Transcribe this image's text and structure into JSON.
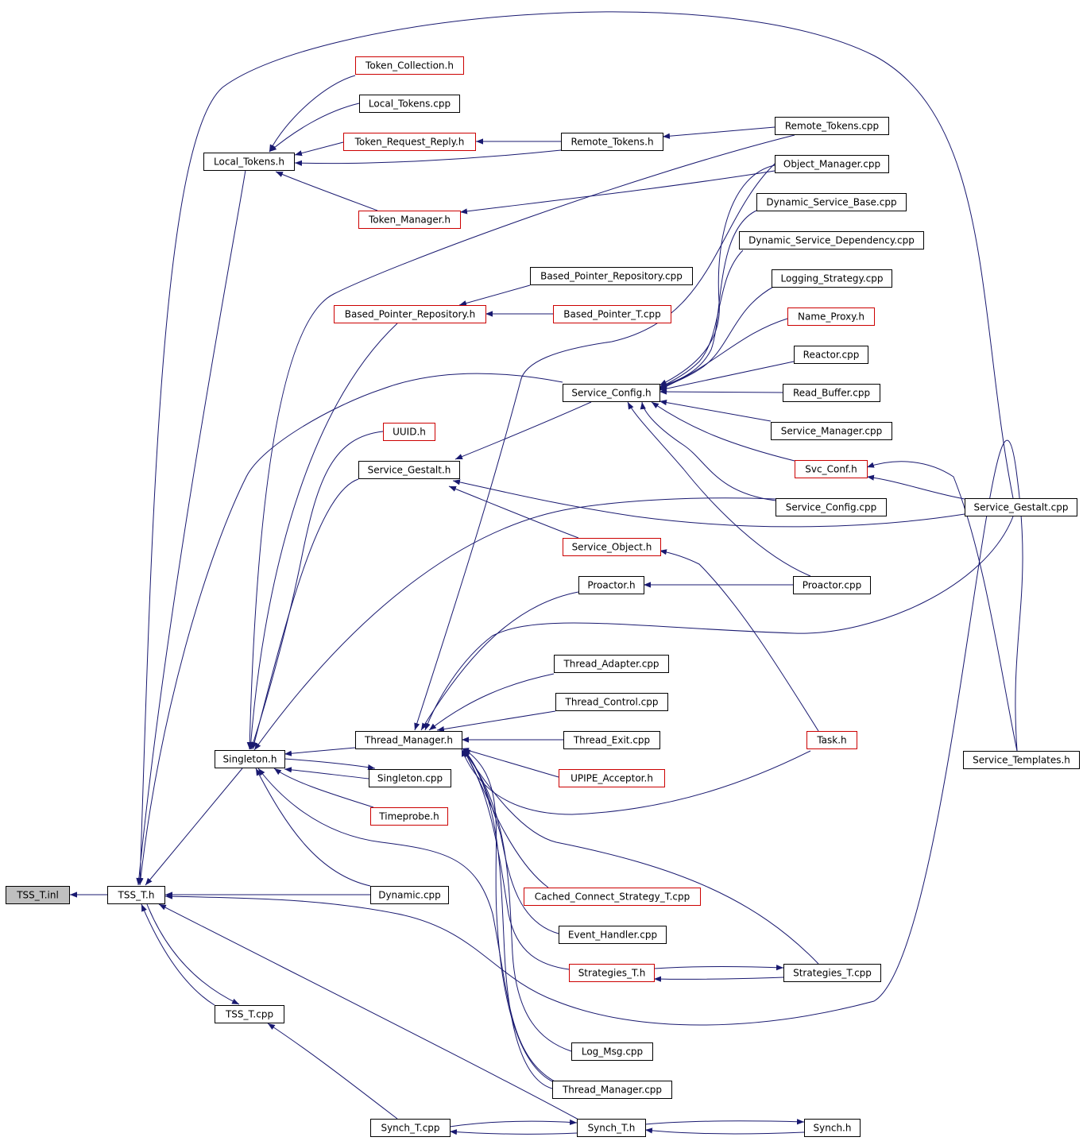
{
  "colors": {
    "edge": "#191970",
    "border_default": "#000000",
    "border_documented": "#cc0000",
    "root_fill": "#bfbfbf",
    "background": "#ffffff"
  },
  "nodes": [
    {
      "id": "tss_t_inl",
      "label": "TSS_T.inl",
      "kind": "root"
    },
    {
      "id": "tss_t_h",
      "label": "TSS_T.h",
      "kind": "default"
    },
    {
      "id": "token_collection_h",
      "label": "Token_Collection.h",
      "kind": "documented"
    },
    {
      "id": "local_tokens_cpp",
      "label": "Local_Tokens.cpp",
      "kind": "default"
    },
    {
      "id": "local_tokens_h",
      "label": "Local_Tokens.h",
      "kind": "default"
    },
    {
      "id": "token_request_reply_h",
      "label": "Token_Request_Reply.h",
      "kind": "documented"
    },
    {
      "id": "remote_tokens_h",
      "label": "Remote_Tokens.h",
      "kind": "default"
    },
    {
      "id": "remote_tokens_cpp",
      "label": "Remote_Tokens.cpp",
      "kind": "default"
    },
    {
      "id": "object_manager_cpp",
      "label": "Object_Manager.cpp",
      "kind": "default"
    },
    {
      "id": "token_manager_h",
      "label": "Token_Manager.h",
      "kind": "documented"
    },
    {
      "id": "dynamic_service_base_cpp",
      "label": "Dynamic_Service_Base.cpp",
      "kind": "default"
    },
    {
      "id": "dynamic_service_dependency_cpp",
      "label": "Dynamic_Service_Dependency.cpp",
      "kind": "default"
    },
    {
      "id": "based_pointer_repository_cpp",
      "label": "Based_Pointer_Repository.cpp",
      "kind": "default"
    },
    {
      "id": "logging_strategy_cpp",
      "label": "Logging_Strategy.cpp",
      "kind": "default"
    },
    {
      "id": "based_pointer_repository_h",
      "label": "Based_Pointer_Repository.h",
      "kind": "documented"
    },
    {
      "id": "based_pointer_t_cpp",
      "label": "Based_Pointer_T.cpp",
      "kind": "documented"
    },
    {
      "id": "name_proxy_h",
      "label": "Name_Proxy.h",
      "kind": "documented"
    },
    {
      "id": "reactor_cpp",
      "label": "Reactor.cpp",
      "kind": "default"
    },
    {
      "id": "service_config_h",
      "label": "Service_Config.h",
      "kind": "default"
    },
    {
      "id": "read_buffer_cpp",
      "label": "Read_Buffer.cpp",
      "kind": "default"
    },
    {
      "id": "uuid_h",
      "label": "UUID.h",
      "kind": "documented"
    },
    {
      "id": "service_manager_cpp",
      "label": "Service_Manager.cpp",
      "kind": "default"
    },
    {
      "id": "service_gestalt_h",
      "label": "Service_Gestalt.h",
      "kind": "default"
    },
    {
      "id": "svc_conf_h",
      "label": "Svc_Conf.h",
      "kind": "documented"
    },
    {
      "id": "service_config_cpp",
      "label": "Service_Config.cpp",
      "kind": "default"
    },
    {
      "id": "service_gestalt_cpp",
      "label": "Service_Gestalt.cpp",
      "kind": "default"
    },
    {
      "id": "service_object_h",
      "label": "Service_Object.h",
      "kind": "documented"
    },
    {
      "id": "proactor_h",
      "label": "Proactor.h",
      "kind": "default"
    },
    {
      "id": "proactor_cpp",
      "label": "Proactor.cpp",
      "kind": "default"
    },
    {
      "id": "thread_adapter_cpp",
      "label": "Thread_Adapter.cpp",
      "kind": "default"
    },
    {
      "id": "thread_control_cpp",
      "label": "Thread_Control.cpp",
      "kind": "default"
    },
    {
      "id": "thread_manager_h",
      "label": "Thread_Manager.h",
      "kind": "default"
    },
    {
      "id": "thread_exit_cpp",
      "label": "Thread_Exit.cpp",
      "kind": "default"
    },
    {
      "id": "task_h",
      "label": "Task.h",
      "kind": "documented"
    },
    {
      "id": "singleton_h",
      "label": "Singleton.h",
      "kind": "default"
    },
    {
      "id": "service_templates_h",
      "label": "Service_Templates.h",
      "kind": "default"
    },
    {
      "id": "upipe_acceptor_h",
      "label": "UPIPE_Acceptor.h",
      "kind": "documented"
    },
    {
      "id": "singleton_cpp",
      "label": "Singleton.cpp",
      "kind": "default"
    },
    {
      "id": "timeprobe_h",
      "label": "Timeprobe.h",
      "kind": "documented"
    },
    {
      "id": "dynamic_cpp",
      "label": "Dynamic.cpp",
      "kind": "default"
    },
    {
      "id": "cached_connect_strategy_t_cpp",
      "label": "Cached_Connect_Strategy_T.cpp",
      "kind": "documented"
    },
    {
      "id": "event_handler_cpp",
      "label": "Event_Handler.cpp",
      "kind": "default"
    },
    {
      "id": "strategies_t_h",
      "label": "Strategies_T.h",
      "kind": "documented"
    },
    {
      "id": "strategies_t_cpp",
      "label": "Strategies_T.cpp",
      "kind": "default"
    },
    {
      "id": "tss_t_cpp",
      "label": "TSS_T.cpp",
      "kind": "default"
    },
    {
      "id": "log_msg_cpp",
      "label": "Log_Msg.cpp",
      "kind": "default"
    },
    {
      "id": "thread_manager_cpp",
      "label": "Thread_Manager.cpp",
      "kind": "default"
    },
    {
      "id": "synch_t_cpp",
      "label": "Synch_T.cpp",
      "kind": "default"
    },
    {
      "id": "synch_t_h",
      "label": "Synch_T.h",
      "kind": "default"
    },
    {
      "id": "synch_h",
      "label": "Synch.h",
      "kind": "default"
    }
  ]
}
